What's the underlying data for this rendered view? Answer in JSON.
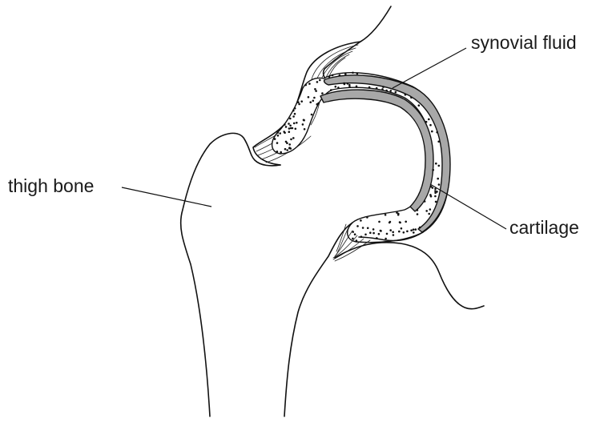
{
  "labels": {
    "synovial_fluid": "synovial fluid",
    "thigh_bone": "thigh bone",
    "cartilage": "cartilage"
  },
  "colors": {
    "cartilage_fill": "#a8a8a8",
    "line": "#111111",
    "background": "#ffffff"
  }
}
